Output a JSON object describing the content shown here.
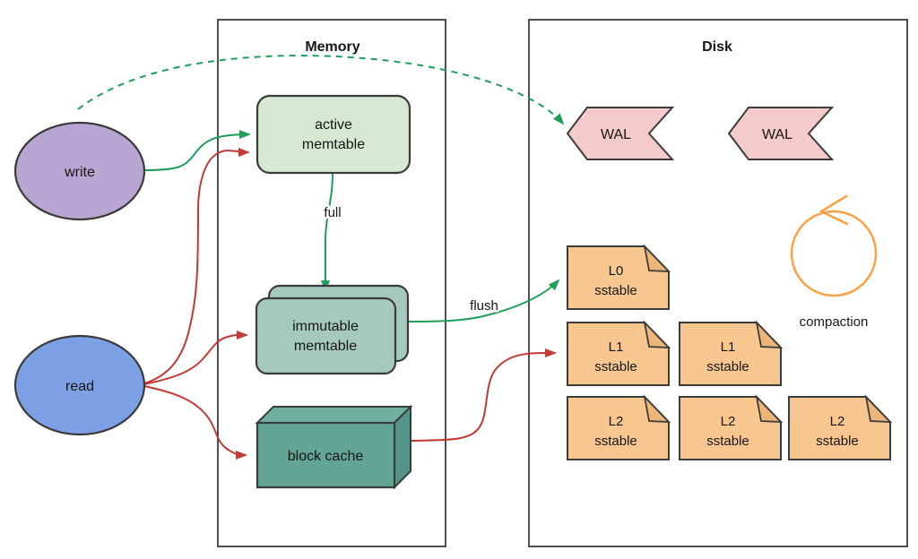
{
  "diagram": {
    "containers": {
      "memory": {
        "title": "Memory"
      },
      "disk": {
        "title": "Disk"
      }
    },
    "actors": {
      "write": {
        "label": "write"
      },
      "read": {
        "label": "read"
      }
    },
    "memory_nodes": {
      "active_memtable": {
        "lines": [
          "active",
          "memtable"
        ]
      },
      "immutable_memtable": {
        "lines": [
          "immutable",
          "memtable"
        ]
      },
      "block_cache": {
        "label": "block cache"
      }
    },
    "disk_nodes": {
      "wal_files": [
        {
          "label": "WAL"
        },
        {
          "label": "WAL"
        }
      ],
      "sstables": [
        {
          "level": "L0",
          "name": "sstable"
        },
        {
          "level": "L1",
          "name": "sstable"
        },
        {
          "level": "L1",
          "name": "sstable"
        },
        {
          "level": "L2",
          "name": "sstable"
        },
        {
          "level": "L2",
          "name": "sstable"
        },
        {
          "level": "L2",
          "name": "sstable"
        }
      ],
      "compaction": {
        "label": "compaction"
      }
    },
    "edge_labels": {
      "full": "full",
      "flush": "flush"
    },
    "colors": {
      "write_fill": "#b9a5d2",
      "read_fill": "#7da0e4",
      "active_memtable_fill": "#d6e7d2",
      "immutable_memtable_fill": "#a6c9bf",
      "block_cache_front": "#61a592",
      "block_cache_top": "#6fb0a0",
      "block_cache_side": "#549486",
      "wal_fill": "#f5caca",
      "sstable_fill": "#f7c78f",
      "sstable_fold": "#ecb679",
      "green_edge": "#1e9e58",
      "red_edge": "#c13a36",
      "compaction_orange": "#ff9f43",
      "outline": "#3b3b3b"
    }
  }
}
